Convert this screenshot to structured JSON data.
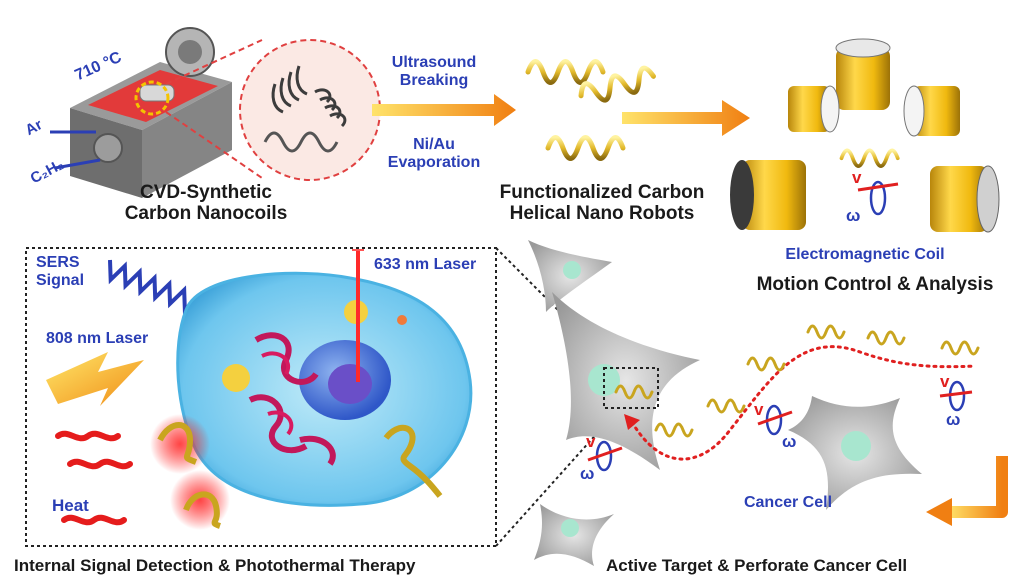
{
  "synthesis": {
    "temperature": "710 °C",
    "gas_ar": "Ar",
    "gas_c2h2": "C₂H₂",
    "title_line1": "CVD-Synthetic",
    "title_line2": "Carbon Nanocoils"
  },
  "process": {
    "step1_line1": "Ultrasound",
    "step1_line2": "Breaking",
    "step2_line1": "Ni/Au",
    "step2_line2": "Evaporation"
  },
  "robots": {
    "title_line1": "Functionalized Carbon",
    "title_line2": "Helical Nano Robots"
  },
  "motion": {
    "coil_label": "Electromagnetic Coil",
    "title": "Motion Control & Analysis",
    "v": "v",
    "omega": "ω"
  },
  "therapy": {
    "sers_line1": "SERS",
    "sers_line2": "Signal",
    "laser_633": "633 nm Laser",
    "laser_808": "808 nm Laser",
    "heat": "Heat",
    "title": "Internal Signal Detection & Photothermal Therapy"
  },
  "targeting": {
    "cancer_cell": "Cancer Cell",
    "title": "Active Target & Perforate Cancer Cell"
  },
  "colors": {
    "accent_blue": "#2b3fb5",
    "gold": "#d9b52c",
    "laser_red": "#e02020",
    "heat_red": "#e51c1c",
    "arrow_orange": "#f29a1d"
  }
}
